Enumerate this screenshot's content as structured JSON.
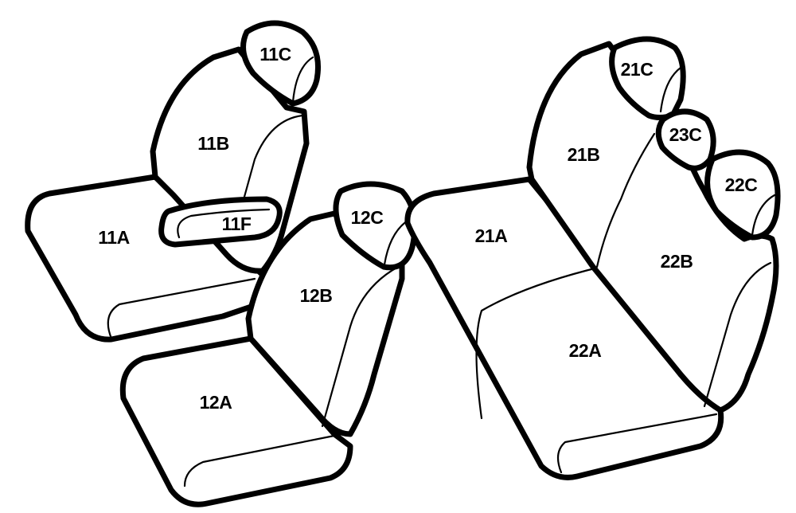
{
  "labels": {
    "s11a": "11A",
    "s11b": "11B",
    "s11c": "11C",
    "s11f": "11F",
    "s12a": "12A",
    "s12b": "12B",
    "s12c": "12C",
    "s21a": "21A",
    "s21b": "21B",
    "s21c": "21C",
    "s22a": "22A",
    "s22b": "22B",
    "s22c": "22C",
    "s23c": "23C"
  },
  "colors": {
    "stroke": "#000000",
    "fill": "#ffffff"
  }
}
